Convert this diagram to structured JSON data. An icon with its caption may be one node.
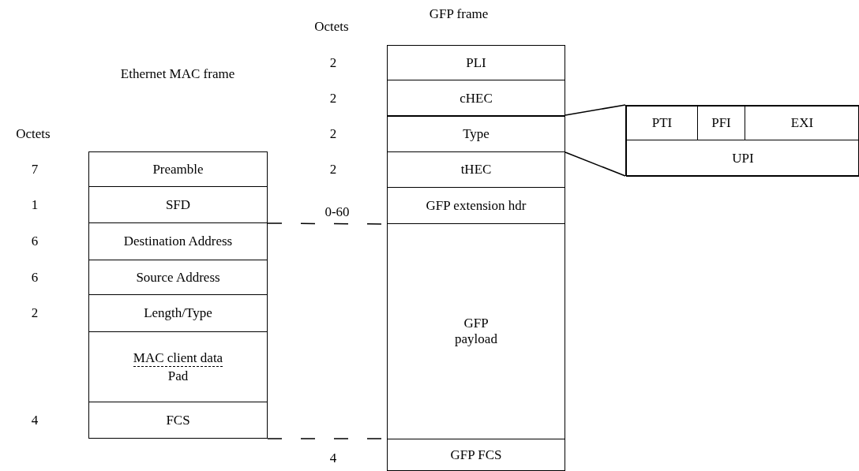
{
  "diagram": {
    "nodes": [
      {
        "text": [
          "Preamble"
        ],
        "beside": [
          "7"
        ]
      },
      {
        "text": [
          "SFD"
        ],
        "beside": [
          "1"
        ]
      },
      {
        "text": [
          "Destination Address"
        ],
        "beside": [
          "6"
        ]
      },
      {
        "text": [
          "Source Address"
        ],
        "beside": [
          "6"
        ]
      },
      {
        "text": [
          "Length/Type"
        ],
        "beside": [
          "2"
        ]
      },
      {
        "text": [
          "MAC client data",
          "Pad"
        ]
      },
      {
        "text": [
          "FCS"
        ],
        "beside": [
          "4"
        ]
      },
      {
        "text": [
          "PLI"
        ],
        "beside": [
          "2"
        ]
      },
      {
        "text": [
          "cHEC"
        ],
        "beside": [
          "2"
        ]
      },
      {
        "text": [
          "Type"
        ],
        "beside": [
          "2"
        ]
      },
      {
        "text": [
          "tHEC"
        ],
        "beside": [
          "2"
        ]
      },
      {
        "text": [
          "GFP extension hdr"
        ],
        "beside": [
          "0-60"
        ]
      },
      {
        "text": [
          "GFP payload"
        ]
      },
      {
        "text": [
          "GFP FCS"
        ],
        "beside": [
          "4"
        ]
      },
      {
        "text": [],
        "shape": "box"
      },
      {
        "text": [
          "PTI"
        ],
        "in": 14
      },
      {
        "text": [
          "PFI"
        ],
        "in": 14
      },
      {
        "text": [
          "EXI"
        ],
        "in": 14
      },
      {
        "text": [
          "UPI"
        ],
        "in": 14
      }
    ],
    "edges": [
      {
        "from": 9,
        "to": 14,
        "arrow": "none"
      },
      {
        "from": 9,
        "to": 14,
        "arrow": "none"
      },
      {
        "from": 1,
        "to": 11,
        "arrow": "none",
        "style": "dashed"
      },
      {
        "from": 6,
        "to": 13,
        "arrow": "none",
        "style": "dashed"
      }
    ],
    "labels": [
      "GFP frame",
      "Octets",
      "Ethernet MAC frame",
      "Octets"
    ]
  }
}
